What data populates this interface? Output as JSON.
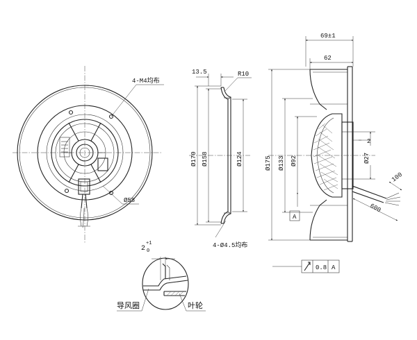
{
  "front_view": {
    "bolt_note": "4-M4均布",
    "hub_label": "Ø58"
  },
  "side_view": {
    "top_offset": "13.5",
    "radius": "R10",
    "d_outer": "Ø170",
    "d_mid": "Ø158",
    "d_inner": "Ø124",
    "hole_note": "4-Ø4.5均布"
  },
  "section_view": {
    "overall_width": "69±1",
    "inner_width": "62",
    "d_outer": "Ø175",
    "d_mid": "Ø133",
    "d_inner": "Ø92",
    "d_shaft": "Ø27",
    "shaft_step": "2",
    "lead_short": "100",
    "lead_long": "600",
    "datum": "A",
    "runout_tolerance": "0.8",
    "runout_datum": "A"
  },
  "detail_view": {
    "gap": "2",
    "tol_upper": "+1",
    "tol_lower": "0",
    "label_inlet": "导风圈",
    "label_impeller": "叶轮"
  }
}
